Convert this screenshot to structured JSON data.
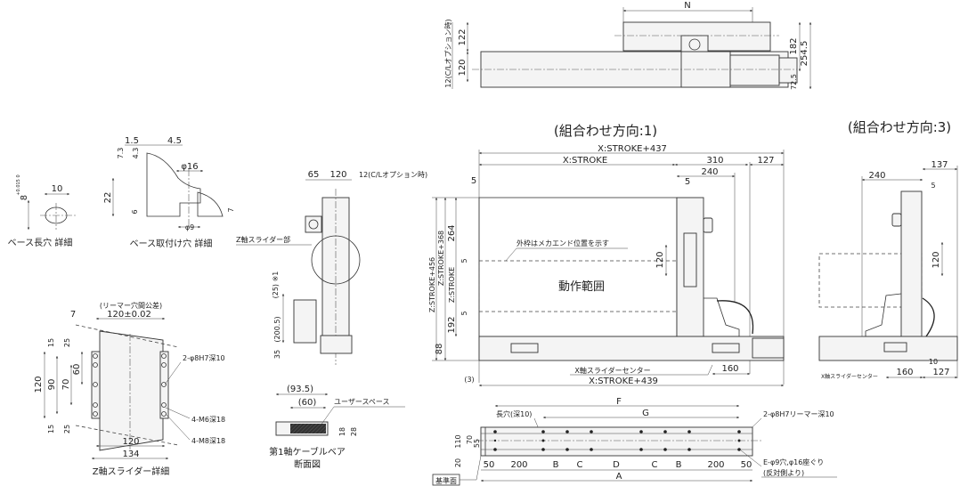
{
  "top_view": {
    "n": "N",
    "d122": "122",
    "d120": "120",
    "d12_option": "12(C/Lオプション時)",
    "d182": "182",
    "d254_5": "254.5",
    "d72_5": "72.5"
  },
  "front_view": {
    "title": "(組合わせ方向:1)",
    "x_stroke_437": "X:STROKE+437",
    "x_stroke": "X:STROKE",
    "d310": "310",
    "d127": "127",
    "d240": "240",
    "d5_left": "5",
    "d5_right": "5",
    "z_stroke_456": "Z:STROKE+456",
    "z_stroke_368": "Z:STROKE+368",
    "z_stroke": "Z:STROKE",
    "d264": "264",
    "d5_upper": "5",
    "d5_lower": "5",
    "d192": "192",
    "d88": "88",
    "d120": "120",
    "frame_note": "外枠はメカエンド位置を示す",
    "range_label": "動作範囲",
    "x_slider_center": "X軸スライダーセンター",
    "d160": "160",
    "x_stroke_439": "X:STROKE+439",
    "d3": "(3)"
  },
  "right_view": {
    "title": "(組合わせ方向:3)",
    "d240": "240",
    "d137": "137",
    "d5": "5",
    "d120": "120",
    "x_slider_center": "X軸スライダーセンター",
    "d160": "160",
    "d10": "10",
    "d127": "127"
  },
  "base_slot_detail": {
    "d8": "8",
    "tol": "+0.015 0",
    "d10": "10",
    "caption": "ベース長穴 詳細"
  },
  "base_hole_detail": {
    "d1_5": "1.5",
    "d4_5": "4.5",
    "d7_3": "7.3",
    "d4_3": "4.3",
    "phi16": "φ16",
    "d22": "22",
    "d6": "6",
    "d7": "7",
    "phi9": "φ9",
    "caption": "ベース取付け穴 詳細"
  },
  "side_view": {
    "d65": "65",
    "d120": "120",
    "d12_option": "12(C/Lオプション時)",
    "z_slider_part": "Z軸スライダー部",
    "d25_note": "(25) ※1",
    "d200_5": "(200.5)",
    "d35": "35"
  },
  "z_slider_detail": {
    "tol_note": "(リーマー穴間公差)",
    "d7": "7",
    "d120_tol": "120±0.02",
    "d15_top": "15",
    "d25_top": "25",
    "d120v": "120",
    "d90": "90",
    "d70": "70",
    "d60": "60",
    "d15_bot": "15",
    "d25_bot": "25",
    "pin_hole": "2-φ8H7深10",
    "m6": "4-M6深18",
    "m8": "4-M8深18",
    "d120h": "120",
    "d134": "134",
    "caption": "Z軸スライダー詳細"
  },
  "cable_section": {
    "d93_5": "(93.5)",
    "d60": "(60)",
    "user_space": "ユーザースペース",
    "d18": "18",
    "d28": "28",
    "caption1": "第1軸ケーブルベア",
    "caption2": "断面図"
  },
  "base_plan": {
    "f": "F",
    "g": "G",
    "slot": "長穴(深10)",
    "pin": "2-φ8H7リーマー深10",
    "d110": "110",
    "d70": "70",
    "d55": "55",
    "d20": "20",
    "pitch": [
      "50",
      "200",
      "B",
      "C",
      "D",
      "C",
      "B",
      "200",
      "50"
    ],
    "a": "A",
    "holes": "E-φ9穴,φ16座ぐり",
    "holes_note": "(反対側より)",
    "datum": "基準面"
  }
}
